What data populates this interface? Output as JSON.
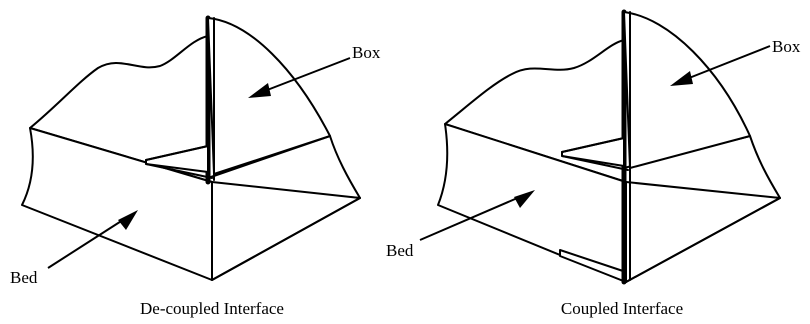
{
  "figure": {
    "left_panel": {
      "caption": "De-coupled Interface",
      "labels": {
        "box": "Box",
        "bed": "Bed"
      }
    },
    "right_panel": {
      "caption": "Coupled Interface",
      "labels": {
        "box": "Box",
        "bed": "Bed"
      }
    }
  }
}
